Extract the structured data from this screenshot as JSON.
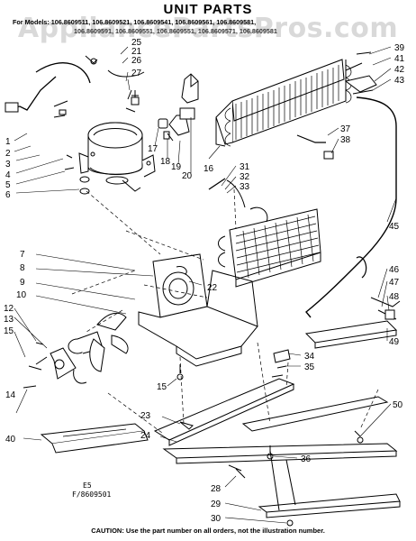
{
  "diagram": {
    "title": "UNIT PARTS",
    "models_prefix": "For Models:",
    "models_line1": "106.8609511, 106.8609521, 106.8609541, 106.8609561, 106.8609581,",
    "models_line2": "106.8609591, 106.8609551, 106.8609551, 106.8609571, 106.8609581",
    "watermark": "AppliancePartsPros.com",
    "code_e5": "E5",
    "code_id": "F/8609501",
    "caution": "CAUTION: Use the part number on all orders, not the illustration number."
  },
  "callouts": [
    "1",
    "2",
    "3",
    "4",
    "5",
    "6",
    "7",
    "8",
    "9",
    "10",
    "12",
    "13",
    "14",
    "15",
    "15",
    "16",
    "17",
    "18",
    "19",
    "20",
    "21",
    "22",
    "23",
    "24",
    "25",
    "26",
    "27",
    "28",
    "29",
    "30",
    "31",
    "32",
    "33",
    "34",
    "35",
    "36",
    "37",
    "38",
    "39",
    "40",
    "41",
    "42",
    "43",
    "45",
    "46",
    "47",
    "48",
    "49",
    "50"
  ]
}
